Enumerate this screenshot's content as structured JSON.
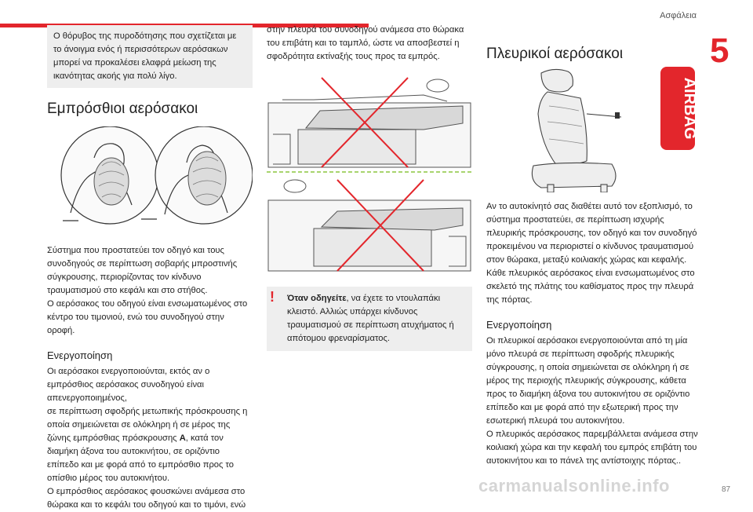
{
  "header": {
    "section_title": "Ασφάλεια",
    "chapter": "5"
  },
  "footer": {
    "page_number": "87",
    "watermark": "carmanualsonline.info"
  },
  "col1": {
    "info_text": "Ο θόρυβος της πυροδότησης που σχετίζεται με το άνοιγμα ενός ή περισσότερων αερόσακων μπορεί να προκαλέσει ελαφρά μείωση της ικανότητας ακοής για πολύ λίγο.",
    "front_title": "Εμπρόσθιοι αερόσακοι",
    "front_desc_1": "Σύστημα που προστατεύει τον οδηγό και τους συνοδηγούς σε περίπτωση σοβαρής μπροστινής σύγκρουσης, περιορίζοντας τον κίνδυνο τραυματισμού στο κεφάλι και στο στήθος.",
    "front_desc_2": "Ο αερόσακος του οδηγού είναι ενσωματωμένος στο κέντρο του τιμονιού, ενώ του συνοδηγού στην οροφή.",
    "activation_title": "Ενεργοποίηση",
    "activation_1": "Οι αερόσακοι ενεργοποιούνται, εκτός αν ο εμπρόσθιος αερόσακος συνοδηγού είναι απενεργοποιημένος,",
    "activation_2a": "σε περίπτωση σφοδρής μετωπικής πρόσκρουσης η οποία σημειώνεται σε ολόκληρη ή σε μέρος της ζώνης εμπρόσθιας πρόσκρουσης ",
    "activation_2_zone": "A",
    "activation_2b": ", κατά τον διαμήκη άξονα του αυτοκινήτου, σε οριζόντιο επίπεδο και με φορά από το εμπρόσθιο προς το οπίσθιο μέρος του αυτοκινήτου.",
    "activation_3": "Ο εμπρόσθιος αερόσακος φουσκώνει ανάμεσα στο θώρακα και το κεφάλι του οδηγού και το τιμόνι, ενώ"
  },
  "col2": {
    "text_top": "στην πλευρά του συνοδηγού ανάμεσα στο θώρακα του επιβάτη και το ταμπλό, ώστε να αποσβεστεί η σφοδρότητα εκτίναξής τους προς τα εμπρός.",
    "warn_strong": "Όταν οδηγείτε",
    "warn_rest": ", να έχετε το ντουλαπάκι κλειστό. Αλλιώς υπάρχει κίνδυνος τραυματισμού σε περίπτωση ατυχήματος ή απότομου φρεναρίσματος.",
    "warn_symbol": "!"
  },
  "col3": {
    "side_title": "Πλευρικοί αερόσακοι",
    "airbag_label": "AIRBAG",
    "side_desc_1": "Αν το αυτοκίνητό σας διαθέτει αυτό τον εξοπλισμό, το σύστημα προστατεύει, σε περίπτωση ισχυρής πλευρικής πρόσκρουσης, τον οδηγό και τον συνοδηγό προκειμένου να περιοριστεί ο κίνδυνος τραυματισμού στον θώρακα, μεταξύ κοιλιακής χώρας και κεφαλής.",
    "side_desc_2": "Κάθε πλευρικός αερόσακος είναι ενσωματωμένος στο σκελετό της πλάτης του καθίσματος προς την πλευρά της πόρτας.",
    "activation_title": "Ενεργοποίηση",
    "activation_1": "Οι πλευρικοί αερόσακοι ενεργοποιούνται από τη μία μόνο πλευρά σε περίπτωση σφοδρής πλευρικής σύγκρουσης, η οποία σημειώνεται σε ολόκληρη ή σε μέρος της περιοχής πλευρικής σύγκρουσης, κάθετα προς το διαμήκη άξονα του αυτοκινήτου σε οριζόντιο επίπεδο και με φορά από την εξωτερική προς την εσωτερική πλευρά του αυτοκινήτου.",
    "activation_2": "Ο πλευρικός αερόσακος παρεμβάλλεται ανάμεσα στην κοιλιακή χώρα και την κεφαλή του εμπρός επιβάτη του αυτοκινήτου και το πάνελ της αντίστοιχης πόρτας.."
  },
  "colors": {
    "accent": "#e3262c",
    "box_gray": "#eeeeee",
    "text": "#222222"
  }
}
